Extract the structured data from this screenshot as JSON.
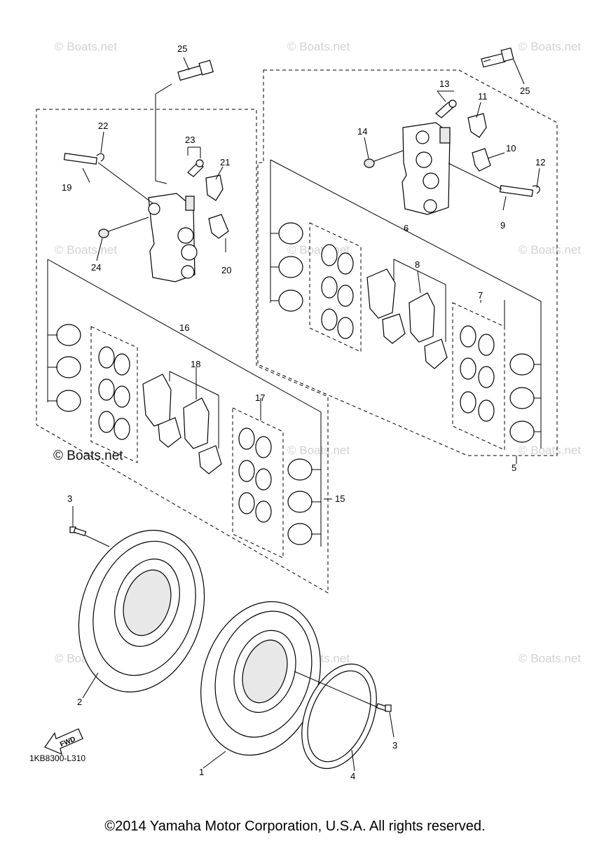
{
  "watermark": "© Boats.net",
  "diagram_code": "1KB8300-L310",
  "fwd_label": "FWD",
  "copyright": "©2014 Yamaha Motor Corporation, U.S.A. All rights reserved.",
  "callouts": {
    "c1": "1",
    "c2": "2",
    "c3a": "3",
    "c3b": "3",
    "c4": "4",
    "c5": "5",
    "c6": "6",
    "c7": "7",
    "c8": "8",
    "c9": "9",
    "c10": "10",
    "c11": "11",
    "c12": "12",
    "c13": "13",
    "c14": "14",
    "c15": "15",
    "c16": "16",
    "c17": "17",
    "c18": "18",
    "c19": "19",
    "c20": "20",
    "c21": "21",
    "c22": "22",
    "c23": "23",
    "c24": "24",
    "c25a": "25",
    "c25b": "25"
  }
}
